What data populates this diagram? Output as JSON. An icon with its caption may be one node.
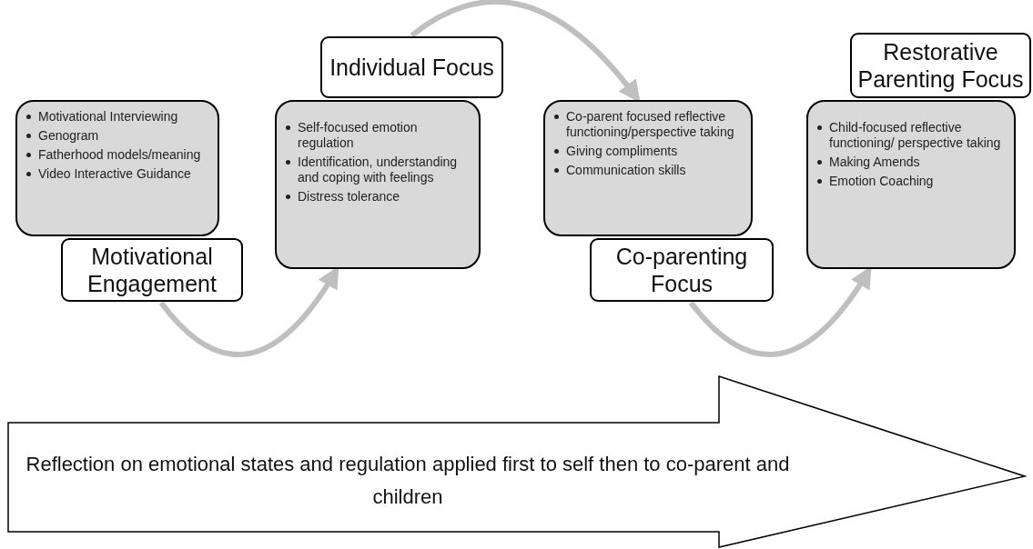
{
  "diagram": {
    "nodes": [
      {
        "text": [
          "Motivational Interviewing",
          "Genogram",
          "Fatherhood models/meaning",
          "Video Interactive Guidance"
        ]
      },
      {
        "text": [
          "Motivational Engagement"
        ]
      },
      {
        "text": [
          "Self-focused emotion regulation",
          "Identification, understanding and coping with feelings",
          "Distress tolerance"
        ]
      },
      {
        "text": [
          "Individual Focus"
        ]
      },
      {
        "text": [
          "Co-parent focused reflective functioning/perspective taking",
          "Giving compliments",
          "Communication skills"
        ]
      },
      {
        "text": [
          "Co-parenting Focus"
        ]
      },
      {
        "text": [
          "Child-focused reflective functioning/ perspective taking",
          "Making Amends",
          "Emotion Coaching"
        ]
      },
      {
        "text": [
          "Restorative Parenting Focus"
        ]
      },
      {
        "text": [
          "Reflection on emotional states and regulation applied first to self then to co-parent and children"
        ]
      }
    ],
    "edges": [
      {
        "from": 1,
        "to": 2,
        "arrow": "to"
      },
      {
        "from": 3,
        "to": 4,
        "arrow": "to"
      },
      {
        "from": 5,
        "to": 6,
        "arrow": "to"
      }
    ]
  }
}
